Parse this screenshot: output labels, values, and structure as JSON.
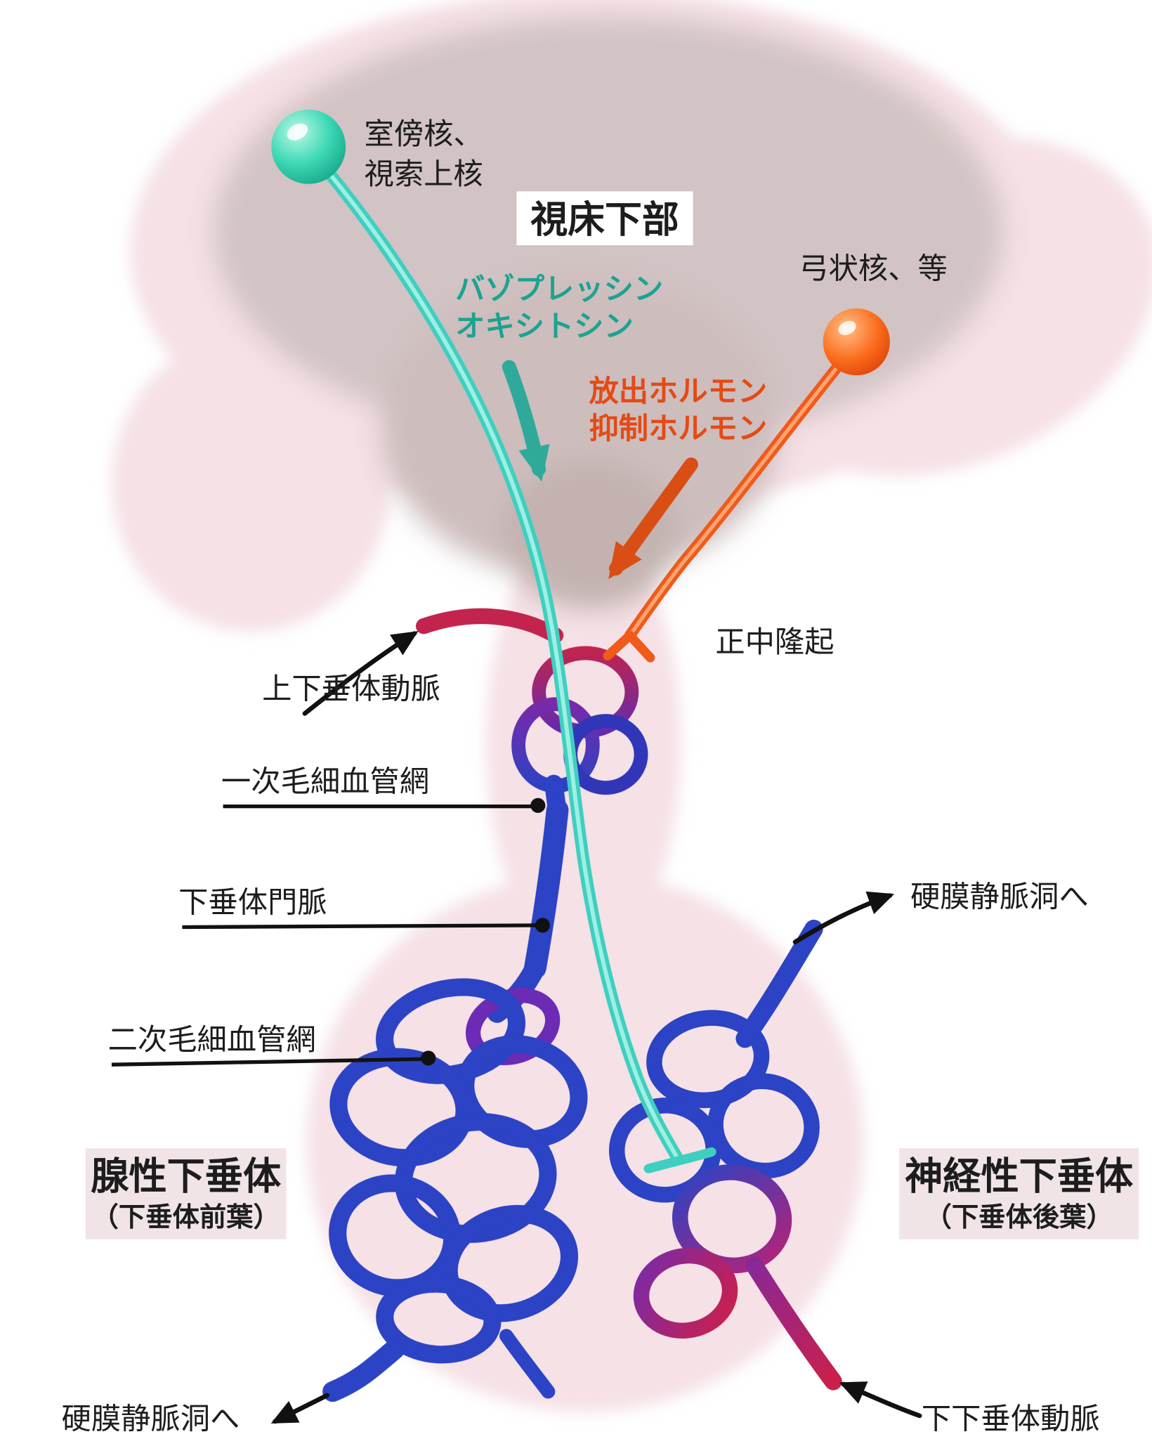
{
  "diagram": {
    "labels": {
      "paraventricular_line1": "室傍核、",
      "paraventricular_line2": "視索上核",
      "hypothalamus": "視床下部",
      "arcuate": "弓状核、等",
      "vasopressin_line1": "バゾプレッシン",
      "vasopressin_line2": "オキシトシン",
      "releasing_line1": "放出ホルモン",
      "releasing_line2": "抑制ホルモン",
      "median_eminence": "正中隆起",
      "superior_hypophyseal_artery": "上下垂体動脈",
      "primary_capillary_plexus": "一次毛細血管網",
      "hypophyseal_portal_vein": "下垂体門脈",
      "secondary_capillary_plexus": "二次毛細血管網",
      "adenohypophysis_line1": "腺性下垂体",
      "adenohypophysis_line2": "（下垂体前葉）",
      "neurohypophysis_line1": "神経性下垂体",
      "neurohypophysis_line2": "（下垂体後葉）",
      "dural_sinus_right": "硬膜静脈洞へ",
      "dural_sinus_bottom": "硬膜静脈洞へ",
      "inferior_hypophyseal_artery": "下下垂体動脈"
    },
    "colors": {
      "teal_neuron": "#3fd0bc",
      "orange_neuron": "#f25a19",
      "teal_text": "#1ba390",
      "orange_text": "#e54a14",
      "vein_blue": "#2b43c4",
      "artery_red": "#c2244e",
      "purple_transition": "#6b2bb4",
      "background_pink": "#f5e1e6",
      "hypothalamus_fill": "#d2c3c4",
      "label_box_fill": "#f1e4e7",
      "arrow_black": "#111111"
    }
  }
}
